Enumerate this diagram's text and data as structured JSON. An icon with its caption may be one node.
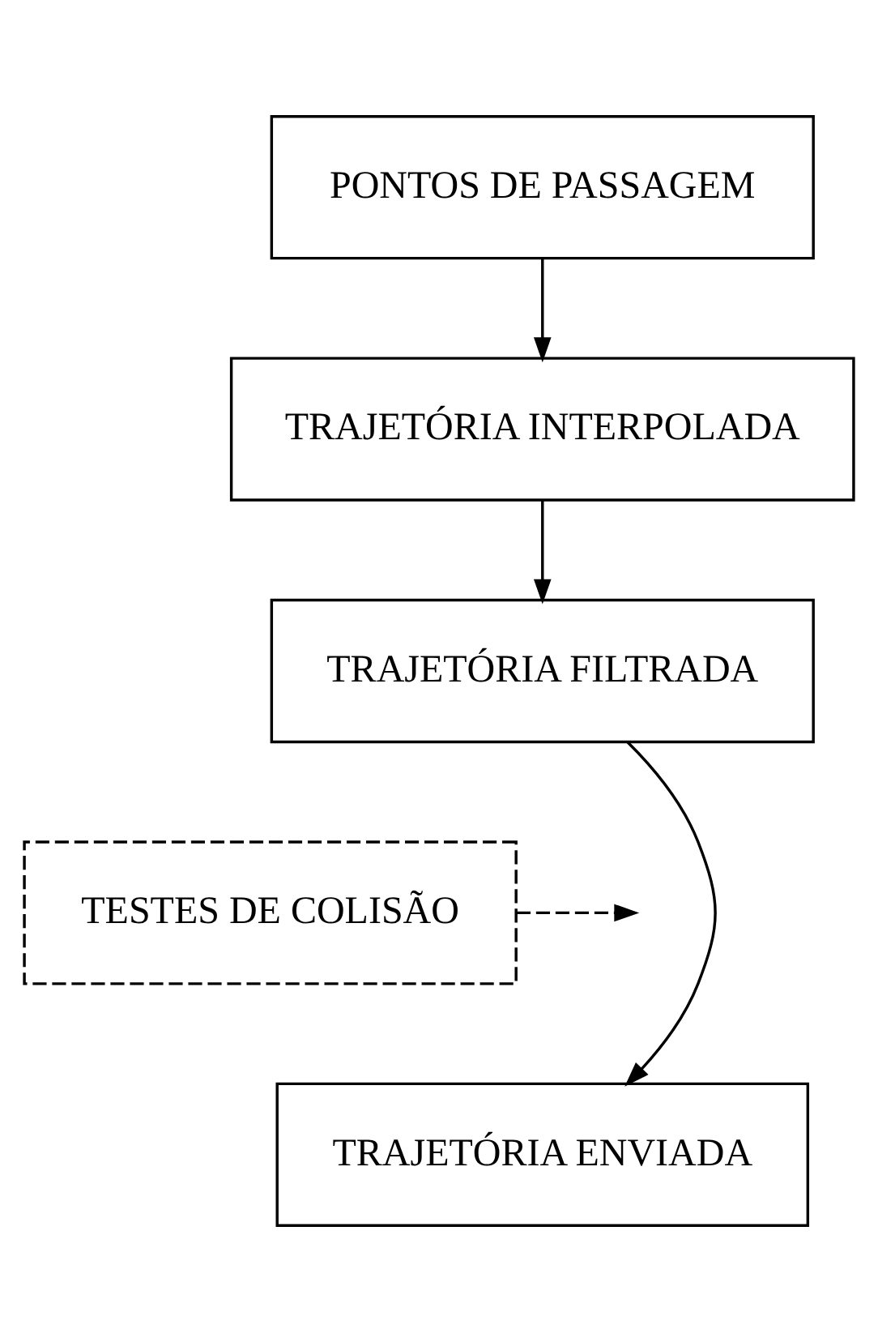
{
  "diagram": {
    "nodes": [
      {
        "text": [
          "PONTOS DE PASSAGEM"
        ]
      },
      {
        "text": [
          "TRAJETÓRIA INTERPOLADA"
        ]
      },
      {
        "text": [
          "TRAJETÓRIA FILTRADA"
        ]
      },
      {
        "text": [
          "TESTES DE COLISÃO"
        ]
      },
      {
        "text": [
          "TRAJETÓRIA ENVIADA"
        ]
      }
    ],
    "edges": [
      {
        "from": 0,
        "to": 1,
        "arrow": "to"
      },
      {
        "from": 1,
        "to": 2,
        "arrow": "to"
      },
      {
        "from": 2,
        "to": 4,
        "arrow": "to"
      },
      {
        "from": 3,
        "to": null,
        "arrow": "to",
        "style": "dashed"
      }
    ]
  }
}
